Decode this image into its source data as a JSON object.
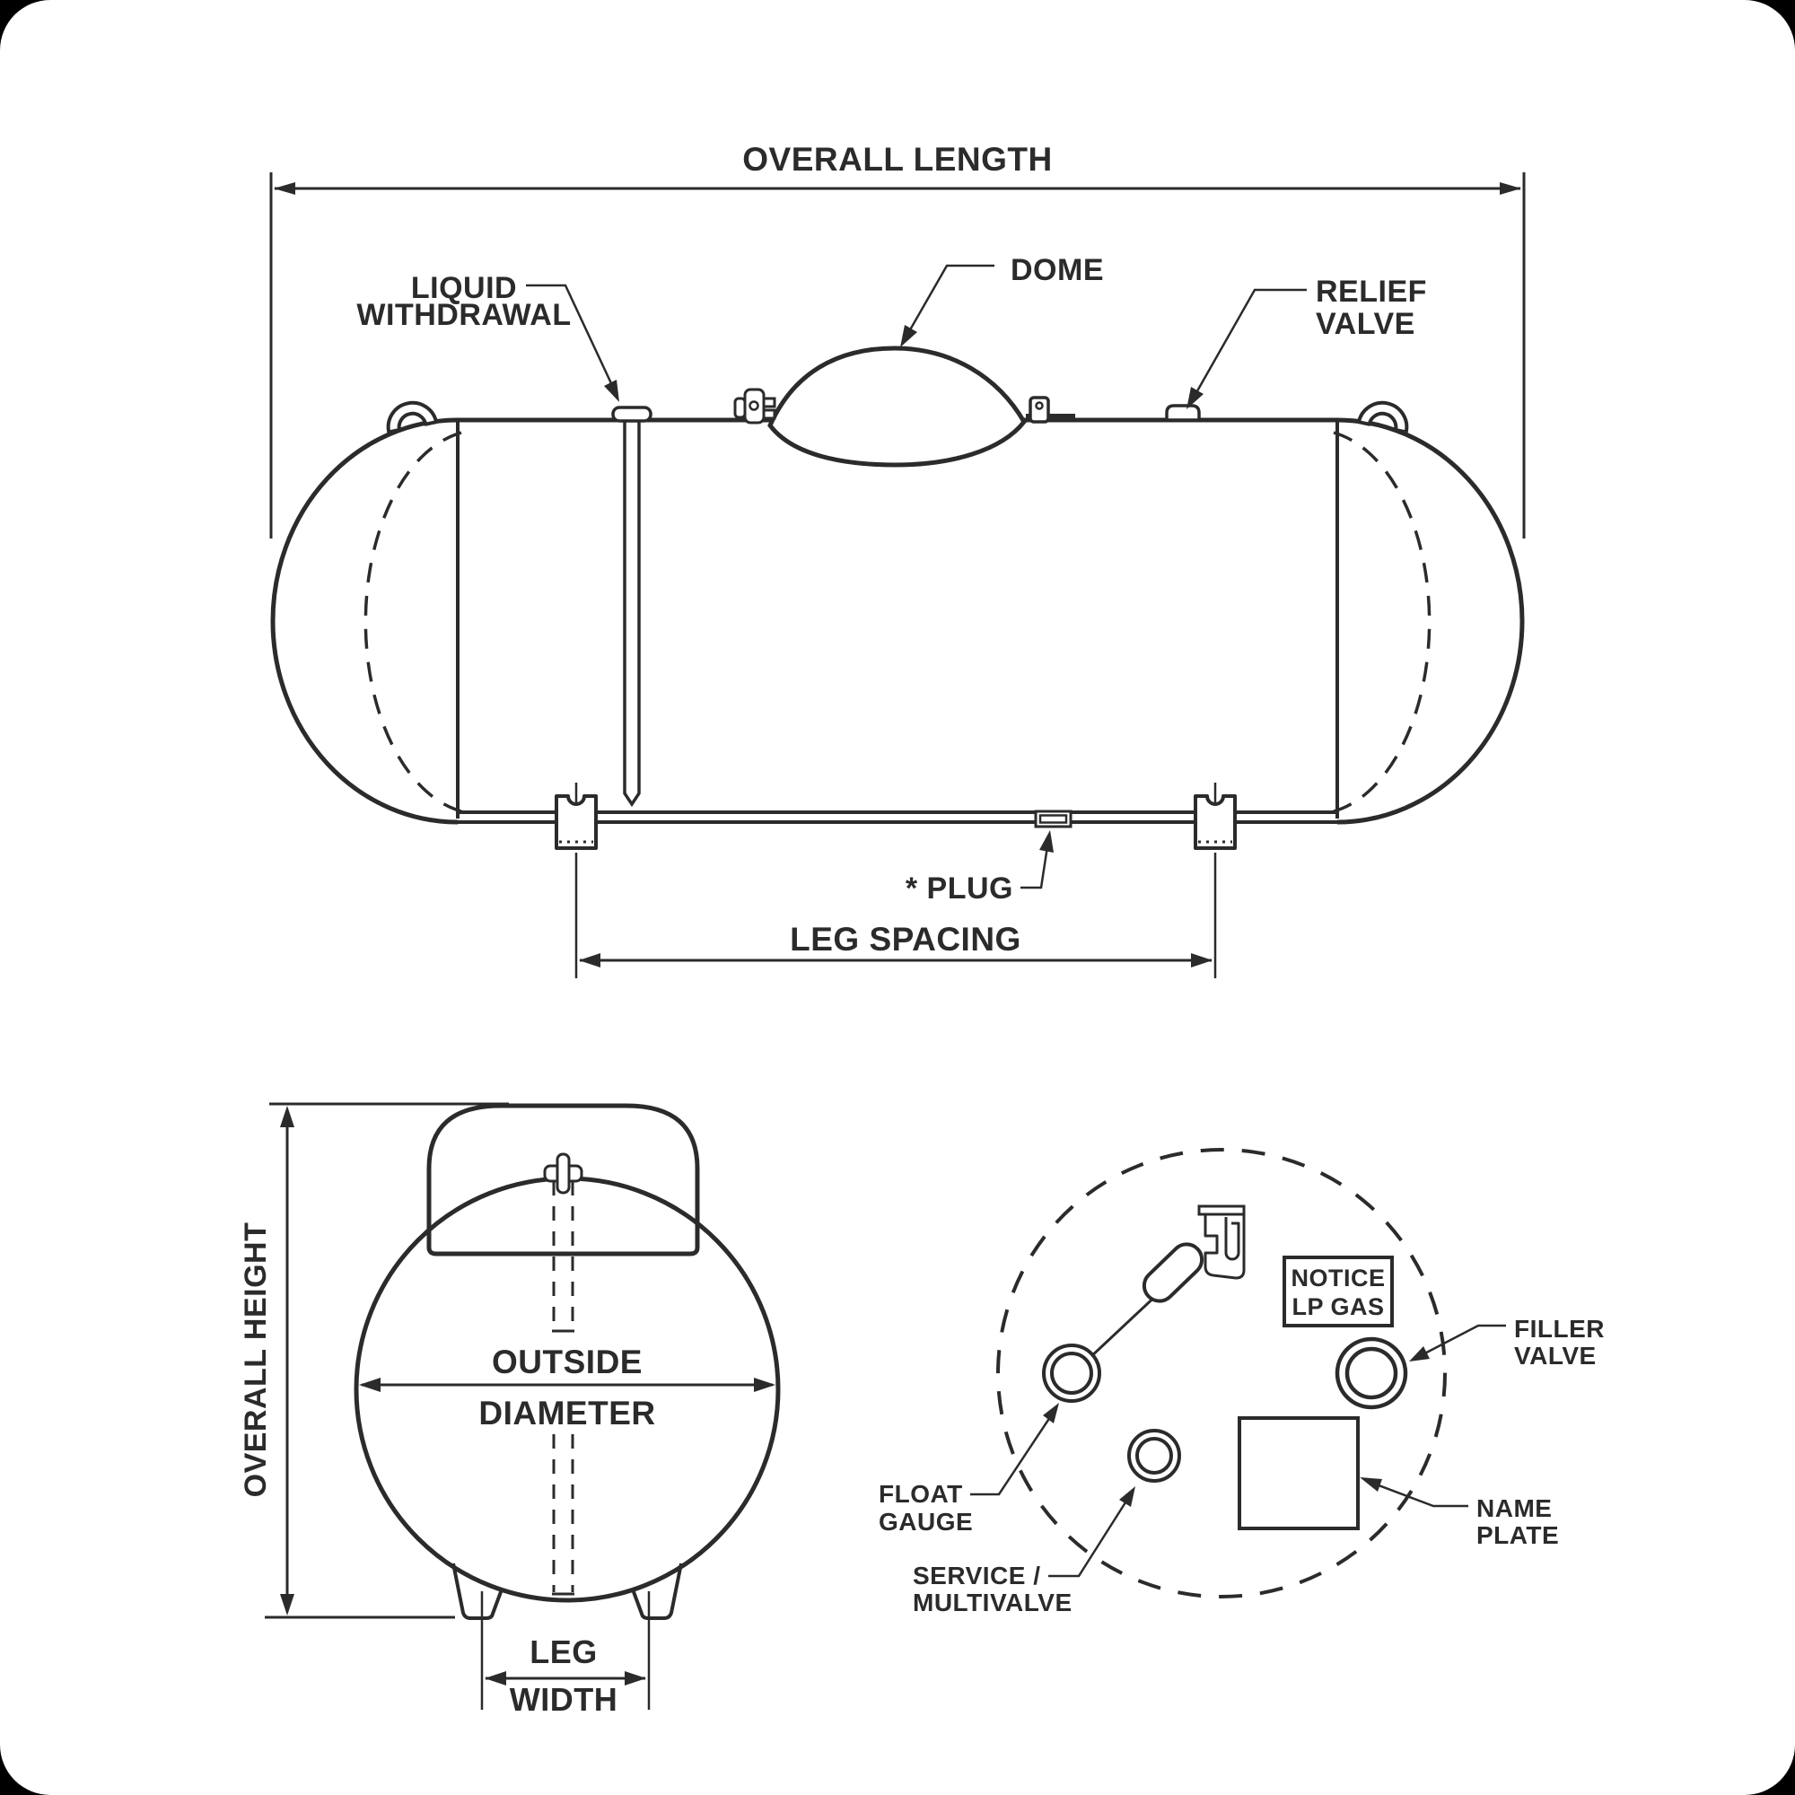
{
  "colors": {
    "ink": "#2b2b2b",
    "paper": "#ffffff",
    "outside": "#000000"
  },
  "side_view": {
    "overall_length": "OVERALL LENGTH",
    "liquid_withdrawal": {
      "line1": "LIQUID",
      "line2": "WITHDRAWAL"
    },
    "dome": "DOME",
    "relief_valve": {
      "line1": "RELIEF",
      "line2": "VALVE"
    },
    "plug": "* PLUG",
    "leg_spacing": "LEG SPACING"
  },
  "end_view": {
    "overall_height": "OVERALL HEIGHT",
    "outside_diameter": {
      "line1": "OUTSIDE",
      "line2": "DIAMETER"
    },
    "leg_width": {
      "line1": "LEG",
      "line2": "WIDTH"
    }
  },
  "dome_top_view": {
    "notice": {
      "line1": "NOTICE",
      "line2": "LP GAS"
    },
    "filler_valve": {
      "line1": "FILLER",
      "line2": "VALVE"
    },
    "float_gauge": {
      "line1": "FLOAT",
      "line2": "GAUGE"
    },
    "service_multivalve": {
      "line1": "SERVICE /",
      "line2": "MULTIVALVE"
    },
    "name_plate": {
      "line1": "NAME",
      "line2": "PLATE"
    }
  }
}
